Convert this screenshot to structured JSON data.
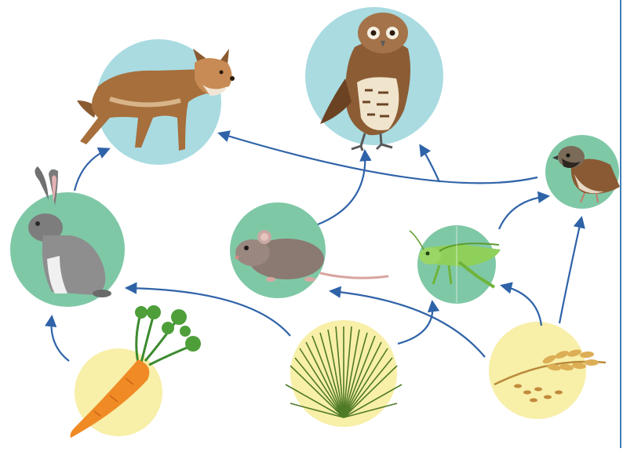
{
  "organisms": [
    {
      "id": "coyote",
      "name": "coyote",
      "trophic": "top-consumer",
      "circle_color": "#a9dbe1"
    },
    {
      "id": "owl",
      "name": "owl",
      "trophic": "top-consumer",
      "circle_color": "#a9dbe1"
    },
    {
      "id": "rabbit",
      "name": "rabbit",
      "trophic": "primary-consumer",
      "circle_color": "#7fc8a6"
    },
    {
      "id": "mouse",
      "name": "mouse",
      "trophic": "primary-consumer",
      "circle_color": "#7fc8a6"
    },
    {
      "id": "grasshopper",
      "name": "grasshopper",
      "trophic": "primary-consumer",
      "circle_color": "#7fc8a6"
    },
    {
      "id": "sparrow",
      "name": "sparrow",
      "trophic": "secondary-consumer",
      "circle_color": "#7fc8a6"
    },
    {
      "id": "carrot",
      "name": "carrot",
      "trophic": "producer",
      "circle_color": "#f8efa8"
    },
    {
      "id": "grass",
      "name": "grass",
      "trophic": "producer",
      "circle_color": "#f8efa8"
    },
    {
      "id": "wheat",
      "name": "wheat",
      "trophic": "producer",
      "circle_color": "#f8efa8"
    }
  ],
  "links": [
    {
      "from": "carrot",
      "to": "rabbit"
    },
    {
      "from": "rabbit",
      "to": "coyote"
    },
    {
      "from": "grass",
      "to": "rabbit"
    },
    {
      "from": "grass",
      "to": "grasshopper"
    },
    {
      "from": "wheat",
      "to": "mouse"
    },
    {
      "from": "wheat",
      "to": "grasshopper"
    },
    {
      "from": "wheat",
      "to": "sparrow"
    },
    {
      "from": "mouse",
      "to": "owl"
    },
    {
      "from": "sparrow",
      "to": "owl"
    },
    {
      "from": "sparrow",
      "to": "coyote"
    },
    {
      "from": "grasshopper",
      "to": "sparrow"
    }
  ],
  "colors": {
    "arrow": "#2f63a8",
    "frame": "#3f7fb8"
  }
}
